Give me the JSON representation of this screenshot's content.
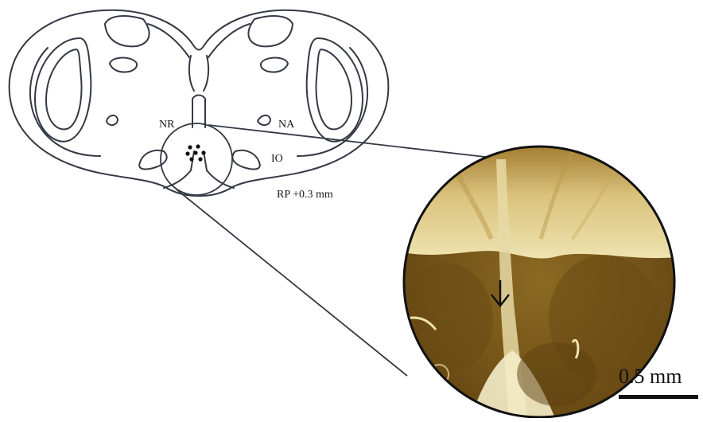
{
  "labels": {
    "nr": "NR",
    "na": "NA",
    "io": "IO",
    "section_level": "RP +0.3 mm"
  },
  "scale_bar": {
    "label": "0.5 mm"
  },
  "colors": {
    "outline": "#333a44",
    "tissue_dark": "#7a5a1c",
    "tissue_light": "#efe6b8",
    "background": "#ffffff"
  }
}
